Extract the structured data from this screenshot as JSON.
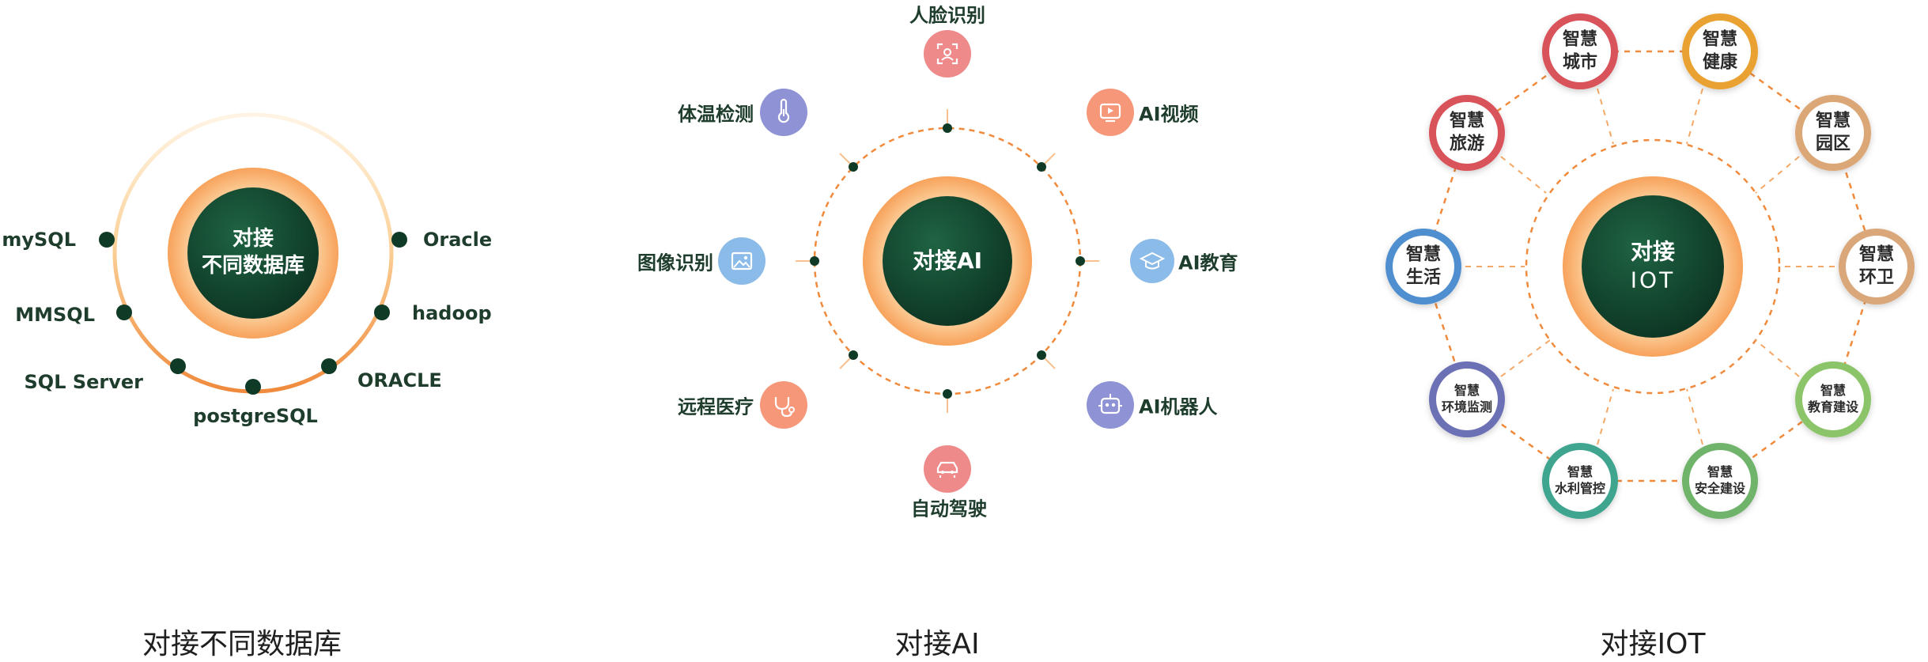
{
  "panels": [
    {
      "caption": "对接不同数据库",
      "hub_lines": [
        "对接",
        "不同数据库"
      ],
      "items": [
        "mySQL",
        "Oracle",
        "MMSQL",
        "hadoop",
        "SQL Server",
        "ORACLE",
        "postgreSQL"
      ]
    },
    {
      "caption": "对接AI",
      "hub_lines": [
        "对接AI"
      ],
      "items": [
        {
          "label": "人脸识别",
          "icon": "face-scan-icon"
        },
        {
          "label": "AI视频",
          "icon": "video-icon"
        },
        {
          "label": "AI教育",
          "icon": "graduation-cap-icon"
        },
        {
          "label": "AI机器人",
          "icon": "robot-icon"
        },
        {
          "label": "自动驾驶",
          "icon": "car-icon"
        },
        {
          "label": "远程医疗",
          "icon": "stethoscope-icon"
        },
        {
          "label": "图像识别",
          "icon": "image-icon"
        },
        {
          "label": "体温检测",
          "icon": "thermometer-icon"
        }
      ]
    },
    {
      "caption": "对接IOT",
      "hub_lines": [
        "对接",
        "IOT"
      ],
      "items": [
        {
          "lines": [
            "智慧",
            "城市"
          ]
        },
        {
          "lines": [
            "智慧",
            "健康"
          ]
        },
        {
          "lines": [
            "智慧",
            "园区"
          ]
        },
        {
          "lines": [
            "智慧",
            "环卫"
          ]
        },
        {
          "lines": [
            "智慧",
            "教育建设"
          ]
        },
        {
          "lines": [
            "智慧",
            "安全建设"
          ]
        },
        {
          "lines": [
            "智慧",
            "水利管控"
          ]
        },
        {
          "lines": [
            "智慧",
            "环境监测"
          ]
        },
        {
          "lines": [
            "智慧",
            "生活"
          ]
        },
        {
          "lines": [
            "智慧",
            "旅游"
          ]
        }
      ]
    }
  ],
  "colors": {
    "hub_dark": "#0f3b26",
    "hub_light": "#1d5a3b",
    "orange": "#f08a3c",
    "dot": "#0f3b26",
    "ai_icons": [
      "#ee8a8a",
      "#f6977a",
      "#8bbbe8",
      "#8f93d6",
      "#ee8a8a",
      "#f6977a",
      "#8bbbe8",
      "#8f93d6"
    ],
    "iot_rings": [
      "#d9525a",
      "#e9a232",
      "#dca777",
      "#d9a779",
      "#8cc46a",
      "#6fb36a",
      "#3fa58f",
      "#6c6fb5",
      "#4f8fd0",
      "#d9525a"
    ]
  }
}
